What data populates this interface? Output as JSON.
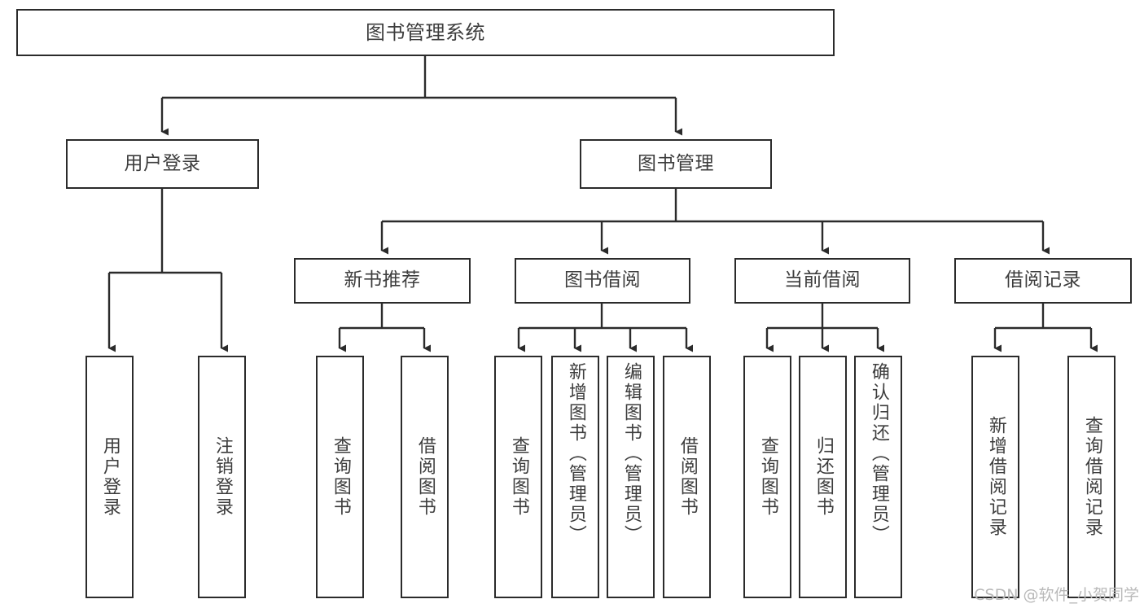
{
  "diagram": {
    "title": "图书管理系统",
    "watermark": "CSDN @软件_小贺同学",
    "colors": {
      "stroke": "#2b2b2b",
      "text": "#3d3d3d",
      "background": "#ffffff",
      "watermark": "#b9b9b9"
    },
    "levels": {
      "root": {
        "label": "图书管理系统"
      },
      "level2": [
        {
          "label": "用户登录"
        },
        {
          "label": "图书管理"
        }
      ],
      "level3": [
        {
          "label": "新书推荐"
        },
        {
          "label": "图书借阅"
        },
        {
          "label": "当前借阅"
        },
        {
          "label": "借阅记录"
        }
      ],
      "leaves": {
        "user_login": [
          {
            "label": "用户登录"
          },
          {
            "label": "注销登录"
          }
        ],
        "new_book_recommend": [
          {
            "label": "查询图书"
          },
          {
            "label": "借阅图书"
          }
        ],
        "book_borrow": [
          {
            "label": "查询图书"
          },
          {
            "label": "新增图书（管理员）"
          },
          {
            "label": "编辑图书（管理员）"
          },
          {
            "label": "借阅图书"
          }
        ],
        "current_borrow": [
          {
            "label": "查询图书"
          },
          {
            "label": "归还图书"
          },
          {
            "label": "确认归还（管理员）"
          }
        ],
        "borrow_record": [
          {
            "label": "新增借阅记录"
          },
          {
            "label": "查询借阅记录"
          }
        ]
      }
    }
  }
}
